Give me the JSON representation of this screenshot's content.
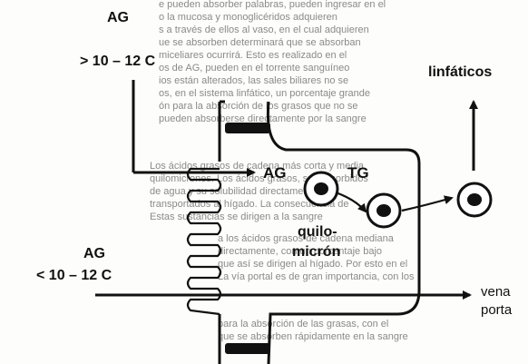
{
  "diagram": {
    "labels": {
      "ag_top": "AG",
      "ag_top_condition": "> 10 – 12  C",
      "ag_inside": "AG",
      "tg": "TG",
      "quilomicron_line1": "quilo-",
      "quilomicron_line2": "micrón",
      "linfaticos": "linfáticos",
      "ag_bottom": "AG",
      "ag_bottom_condition": "< 10 – 12  C",
      "vena": "vena",
      "porta": "porta"
    },
    "background_text": [
      "e pueden absorber palabras, pueden ingresar en el",
      "o la mucosa y monoglicéridos adquieren",
      "s a través de ellos al vaso, en el cual adquieren",
      "ue se absorben determinará que se absorban",
      "miceliares ocurrirá. Esto es realizado en el",
      "os de AG, pueden en el torrente sanguíneo",
      "ios están alterados, las sales biliares no se",
      "os, en el sistema linfático, un porcentaje grande",
      "ón para la absorción de los grasos que no se",
      "pueden absorberse directamente por la sangre",
      "Los ácidos grasos de cadena más corta y media",
      "quilomicrones. Los ácidos grasos, ser absorbidos",
      "de agua y su solubilidad directamente vía",
      "transportados al hígado. La consecuencia de",
      "Estas sustancias se dirigen a la sangre",
      "a los ácidos grasos de cadena mediana",
      "directamente, con un porcentaje bajo",
      "que así se dirigen al hígado. Por esto en el",
      "La vía portal es de gran importancia, con los",
      "para la absorción de las grasas, con el",
      "que se absorben rápidamente en la sangre"
    ]
  }
}
